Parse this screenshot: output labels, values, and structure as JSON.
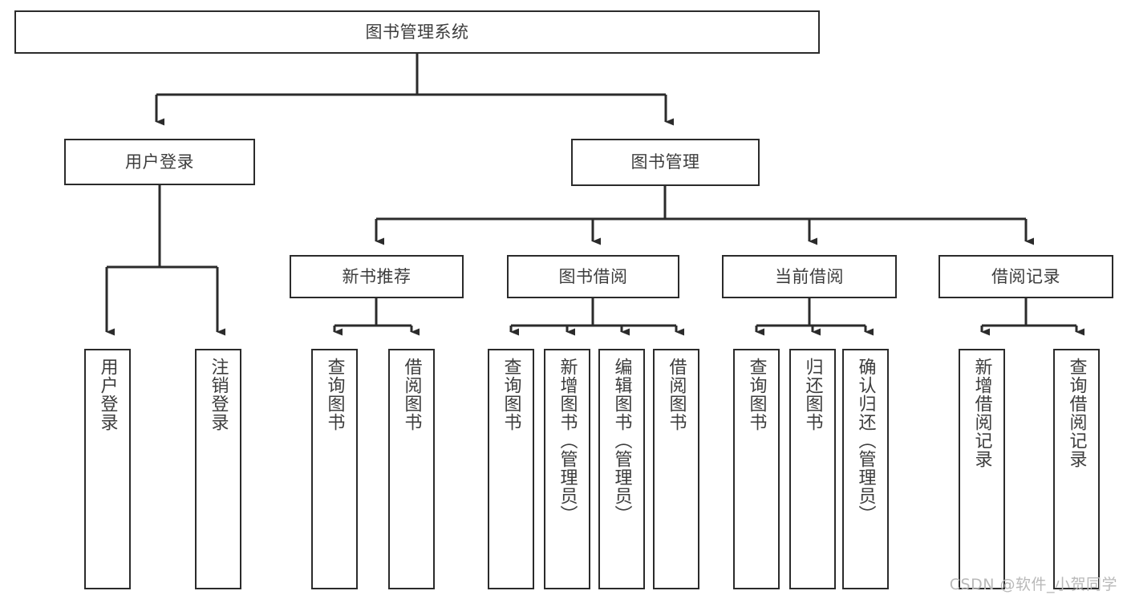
{
  "diagram": {
    "title": "图书管理系统",
    "type": "hierarchy-tree",
    "style": {
      "box_border_color": "#2b2b2b",
      "box_fill_color": "#ffffff",
      "text_color": "#3d3d3d",
      "canvas_color": "#ffffff",
      "watermark_color": "#b9b9b9"
    },
    "root": {
      "label": "图书管理系统"
    },
    "level2": [
      {
        "label": "用户登录"
      },
      {
        "label": "图书管理"
      }
    ],
    "level3": [
      {
        "label": "新书推荐"
      },
      {
        "label": "图书借阅"
      },
      {
        "label": "当前借阅"
      },
      {
        "label": "借阅记录"
      }
    ],
    "leaves": {
      "user_login": [
        {
          "label": "用户登录"
        },
        {
          "label": "注销登录"
        }
      ],
      "new_book_recommend": [
        {
          "label": "查询图书"
        },
        {
          "label": "借阅图书"
        }
      ],
      "book_borrow": [
        {
          "label": "查询图书"
        },
        {
          "label": "新增图书（管理员）"
        },
        {
          "label": "编辑图书（管理员）"
        },
        {
          "label": "借阅图书"
        }
      ],
      "current_borrow": [
        {
          "label": "查询图书"
        },
        {
          "label": "归还图书"
        },
        {
          "label": "确认归还（管理员）"
        }
      ],
      "borrow_record": [
        {
          "label": "新增借阅记录"
        },
        {
          "label": "查询借阅记录"
        }
      ]
    }
  },
  "watermark": {
    "text": "CSDN @软件_小贺同学"
  }
}
